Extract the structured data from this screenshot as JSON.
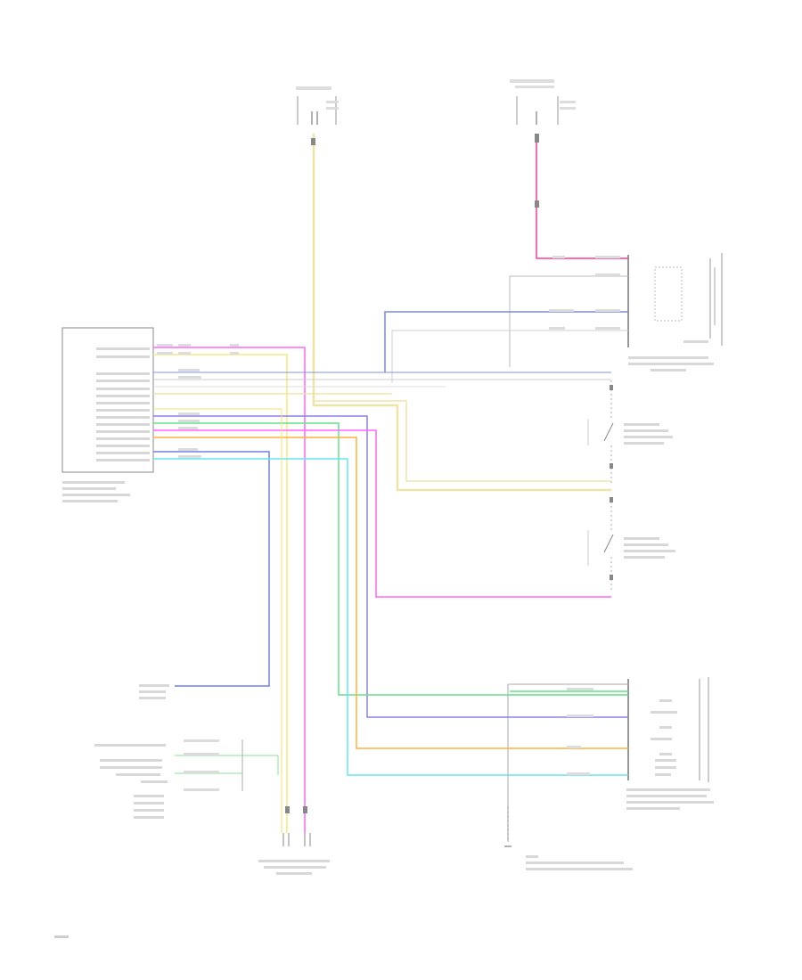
{
  "colors": {
    "pink": "#ff3b96",
    "yellow": "#f0e06a",
    "tan": "#e9d9a0",
    "blue": "#5a6be0",
    "violet": "#b06cf0",
    "magenta": "#ff55ff",
    "green": "#55dd88",
    "orange": "#ffb040",
    "cyan": "#59e6f0",
    "grey": "#9a9a9a"
  },
  "footer_code": "",
  "connectors": [
    "top-left-connector",
    "top-right-connector",
    "left-module",
    "right-top-module",
    "right-bottom-module",
    "bottom-left-connector",
    "bottom-right-ground"
  ]
}
